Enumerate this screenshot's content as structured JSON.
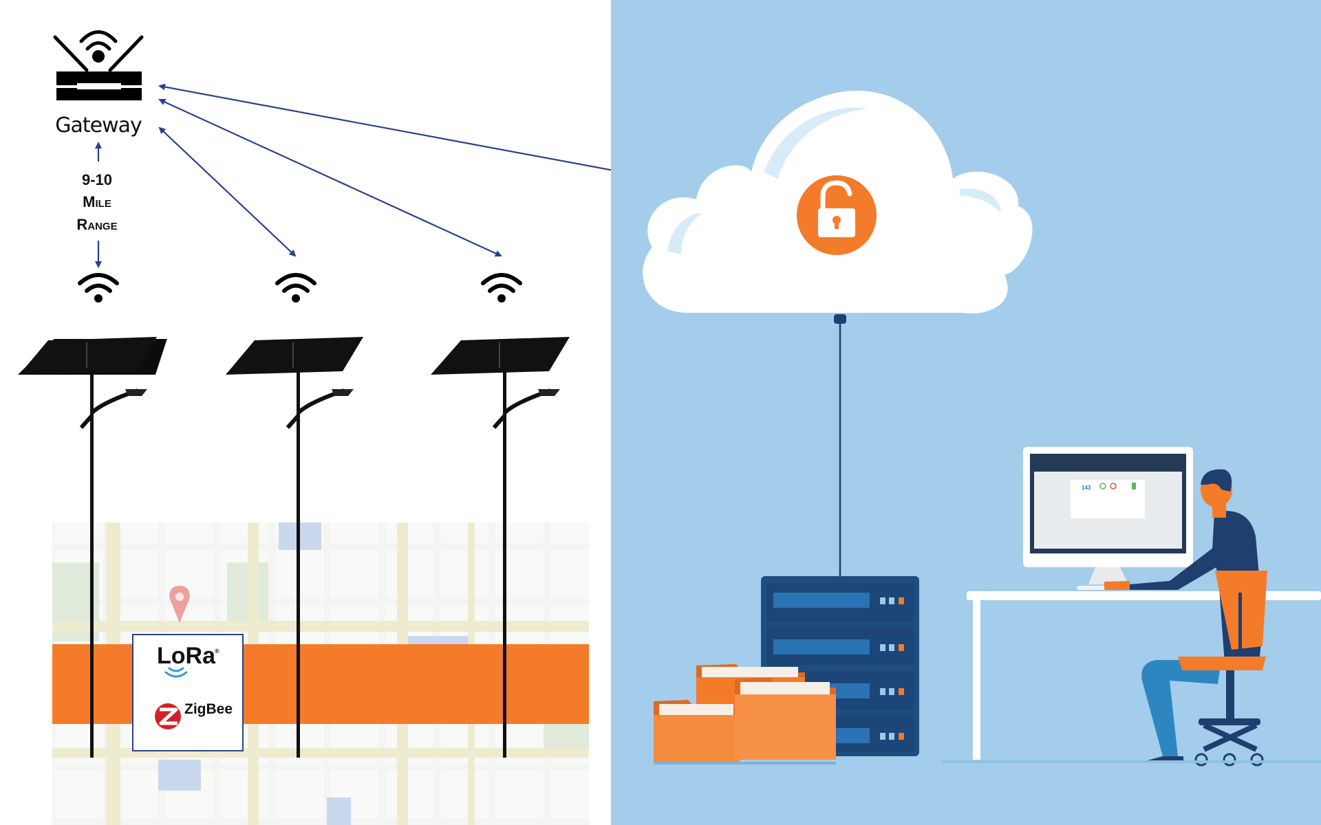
{
  "gateway": {
    "label": "Gateway"
  },
  "range": {
    "line1": "9-10",
    "line2": "Mile",
    "line3": "Range"
  },
  "protocols": {
    "lora": "LoRa",
    "lora_mark": "®",
    "zigbee": "ZigBee"
  },
  "monitor": {
    "metric_value": "143"
  },
  "colors": {
    "accent_orange": "#F47B2A",
    "sky_blue": "#A4CDEB",
    "navy": "#1F3F6E",
    "arrow": "#2B3F8C",
    "server": "#1E4E80"
  }
}
